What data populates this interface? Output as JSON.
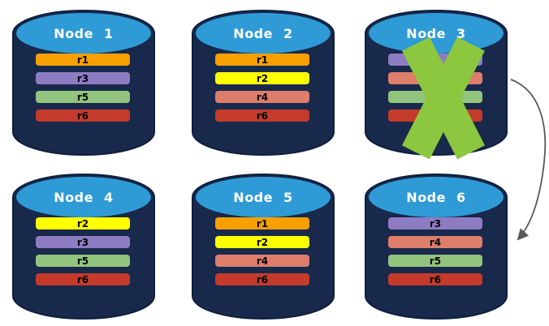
{
  "colors": {
    "background": "#FFFFFF",
    "cylinder_body": "#18294C",
    "cylinder_outline": "#0E1F3D",
    "cylinder_top": "#2E9BD6",
    "node_label_text": "#FFFFFF",
    "bar_label_text": "#000000",
    "failure_x": "#8DC63F",
    "arrow": "#58595B"
  },
  "replica_colors": {
    "r1": "#F6A001",
    "r2": "#FFFF00",
    "r3": "#8E7CC3",
    "r4": "#DD7E6B",
    "r5": "#93C47D",
    "r6": "#C43B2B"
  },
  "nodes": [
    {
      "label": "Node 1",
      "replicas": [
        "r1",
        "r3",
        "r5",
        "r6"
      ],
      "failed": false
    },
    {
      "label": "Node 2",
      "replicas": [
        "r1",
        "r2",
        "r4",
        "r6"
      ],
      "failed": false
    },
    {
      "label": "Node 3",
      "replicas": [
        "r3",
        "r4",
        "r5",
        "r6"
      ],
      "failed": true
    },
    {
      "label": "Node 4",
      "replicas": [
        "r2",
        "r3",
        "r5",
        "r6"
      ],
      "failed": false
    },
    {
      "label": "Node 5",
      "replicas": [
        "r1",
        "r2",
        "r4",
        "r6"
      ],
      "failed": false
    },
    {
      "label": "Node 6",
      "replicas": [
        "r3",
        "r4",
        "r5",
        "r6"
      ],
      "failed": false
    }
  ],
  "arrow": {
    "from": "Node 3",
    "to": "Node 6"
  }
}
